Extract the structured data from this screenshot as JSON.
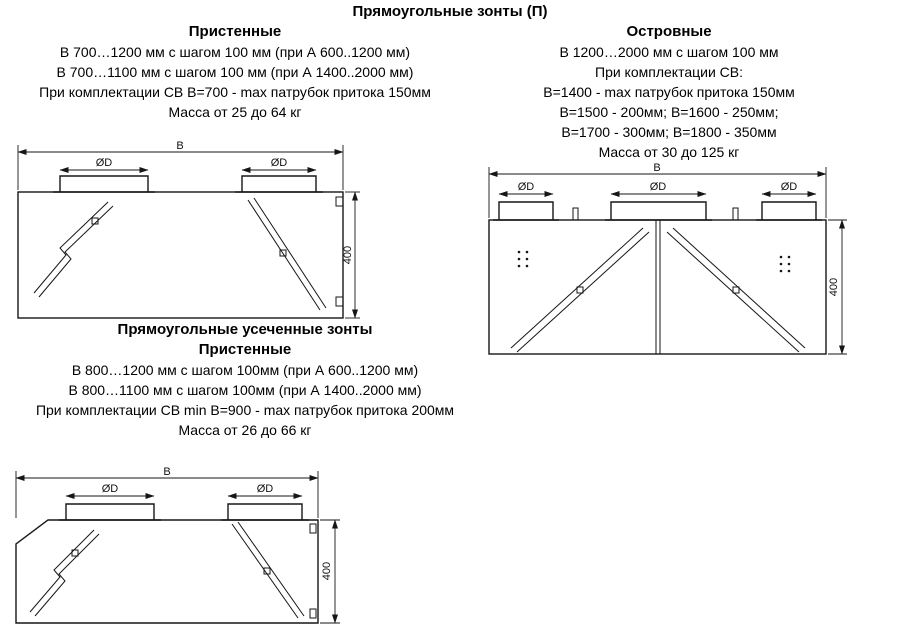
{
  "title": "Прямоугольные зонты (П)",
  "sections": {
    "wall": {
      "heading": "Пристенные",
      "lines": [
        "В 700…1200 мм с шагом 100 мм (при А 600..1200 мм)",
        "В 700…1100 мм с шагом 100 мм (при А 1400..2000 мм)",
        "При комплектации СВ В=700 - max патрубок притока 150мм",
        "Масса от 25 до 64 кг"
      ]
    },
    "island": {
      "heading": "Островные",
      "lines": [
        "В 1200…2000 мм с шагом 100 мм",
        "При комплектации СВ:",
        "В=1400 - max патрубок притока 150мм",
        "В=1500 - 200мм; В=1600 - 250мм;",
        "В=1700 - 300мм; В=1800 - 350мм",
        "Масса от 30 до 125 кг"
      ]
    },
    "truncated": {
      "heading": "Прямоугольные усеченные зонты",
      "subheading": "Пристенные",
      "lines": [
        "В 800…1200 мм с шагом 100мм (при А 600..1200 мм)",
        "В 800…1100 мм с шагом 100мм (при А 1400..2000 мм)",
        "При комплектации СВ min В=900 - max патрубок притока 200мм",
        "Масса от 26 до 66 кг"
      ]
    }
  },
  "dims": {
    "width_label": "B",
    "diameter_label": "ØD",
    "height_label": "400"
  }
}
